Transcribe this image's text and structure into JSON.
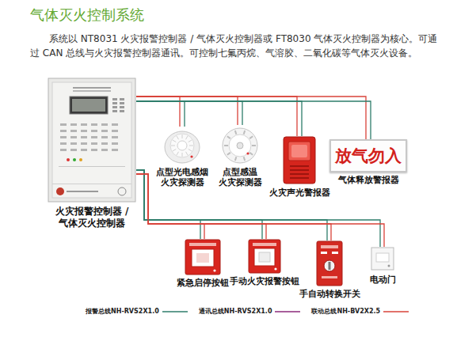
{
  "diagram": {
    "title": "气体灭火控制系统",
    "caption": "系统以 NT8031 火灾报警控制器 / 气体灭火控制器或 FT8030 气体灭火控制器为核心。可通过 CAN 总线与火灾报警控制器通讯。可控制七氟丙烷、气溶胶、二氧化碳等气体灭火设备。",
    "nodes": [
      {
        "text": [
          "火灾报警控制器 /气体灭火控制器"
        ]
      },
      {
        "text": [
          "点型光电感烟 火灾探测器"
        ]
      },
      {
        "text": [
          "点型感温 火灾探测器"
        ]
      },
      {
        "text": [
          "火灾声光警报器"
        ]
      },
      {
        "text": [
          "放气勿入",
          "气体释放警报器"
        ]
      },
      {
        "text": [
          "紧急启停按钮"
        ]
      },
      {
        "text": [
          "手动火灾报警按钮"
        ]
      },
      {
        "text": [
          "手自动转换开关"
        ]
      },
      {
        "text": [
          "电动门"
        ]
      }
    ],
    "edges": [
      {
        "from": 0,
        "to": 1,
        "arrow": "none"
      },
      {
        "from": 0,
        "to": 2,
        "arrow": "none"
      },
      {
        "from": 0,
        "to": 3,
        "arrow": "none"
      },
      {
        "from": 0,
        "to": 4,
        "arrow": "none"
      },
      {
        "from": 0,
        "to": 5,
        "arrow": "none"
      },
      {
        "from": 0,
        "to": 6,
        "arrow": "none"
      },
      {
        "from": 0,
        "to": 7,
        "arrow": "none"
      },
      {
        "from": 0,
        "to": 8,
        "arrow": "none"
      }
    ],
    "legend": [
      {
        "text": "报警总线NH-RVS2X1.0"
      },
      {
        "text": "通讯总线NH-RVS2X1.0"
      },
      {
        "text": "联动总线NH-BV2X2.5"
      }
    ]
  }
}
